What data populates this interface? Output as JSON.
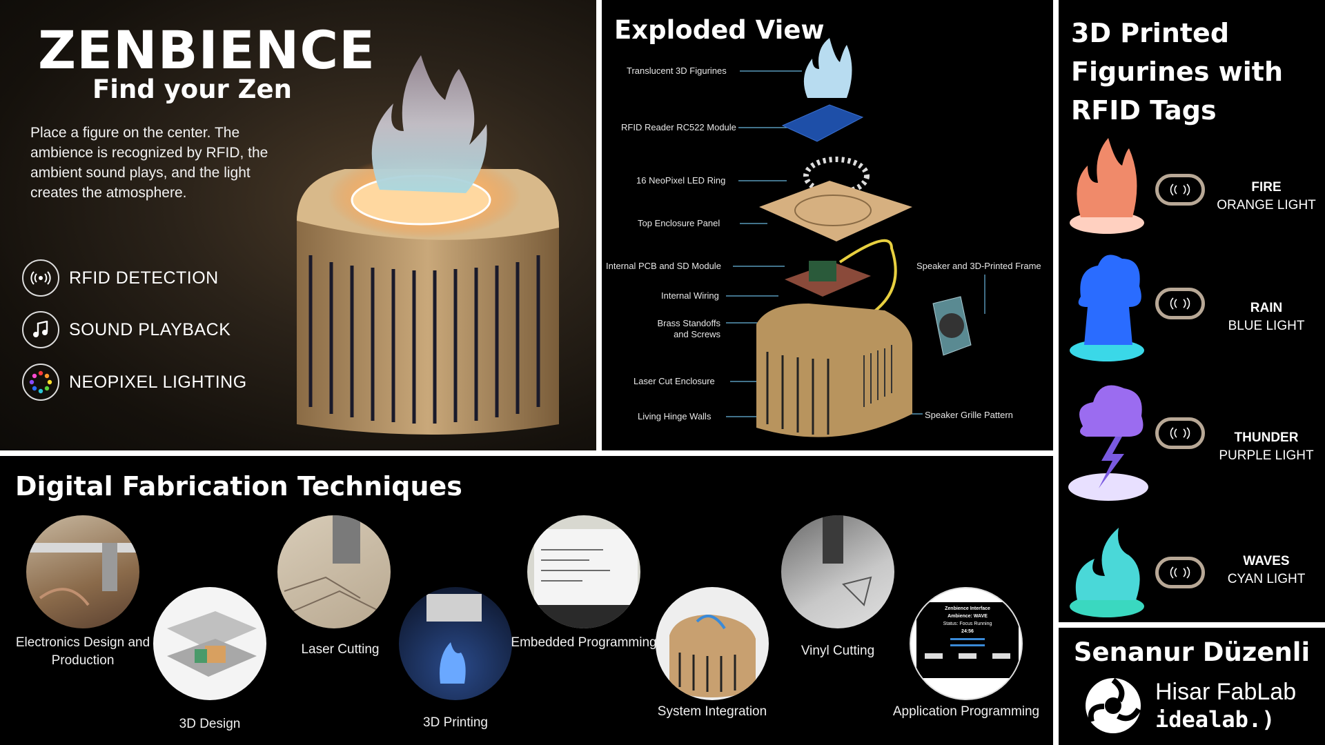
{
  "hero": {
    "title": "ZENBIENCE",
    "subtitle": "Find your Zen",
    "description": "Place a figure on the center. The ambience is recognized by RFID, the ambient sound plays, and the light creates the atmosphere.",
    "features": [
      {
        "icon": "rfid-icon",
        "label": "RFID DETECTION"
      },
      {
        "icon": "music-note-icon",
        "label": "SOUND PLAYBACK"
      },
      {
        "icon": "neopixel-ring-icon",
        "label": "NEOPIXEL LIGHTING"
      }
    ]
  },
  "exploded": {
    "title": "Exploded View",
    "callouts": [
      "Translucent 3D Figurines",
      "RFID Reader RC522 Module",
      "16 NeoPixel LED Ring",
      "Top Enclosure Panel",
      "Internal PCB and SD Module",
      "Internal Wiring",
      "Brass Standoffs and Screws",
      "Laser Cut Enclosure",
      "Living Hinge Walls",
      "Speaker and 3D-Printed Frame",
      "Speaker Grille Pattern"
    ]
  },
  "figurines": {
    "title": "3D Printed Figurines with RFID Tags",
    "items": [
      {
        "name": "FIRE",
        "light": "ORANGE LIGHT",
        "color": "#f08a6a"
      },
      {
        "name": "RAIN",
        "light": "BLUE LIGHT",
        "color": "#2a6cff"
      },
      {
        "name": "THUNDER",
        "light": "PURPLE LIGHT",
        "color": "#9b6cf0"
      },
      {
        "name": "WAVES",
        "light": "CYAN LIGHT",
        "color": "#4ad8d8"
      }
    ]
  },
  "techniques": {
    "title": "Digital Fabrication Techniques",
    "items": [
      "Electronics Design and Production",
      "3D Design",
      "Laser Cutting",
      "3D Printing",
      "Embedded Programming",
      "System Integration",
      "Vinyl Cutting",
      "Application Programming"
    ],
    "app_screen": {
      "header": "Zenbience Interface",
      "ambience": "Ambience: WAVE",
      "status": "Status: Focus Running",
      "timer": "24:56"
    }
  },
  "credit": {
    "author": "Senanur Düzenli",
    "lab": "Hisar FabLab",
    "lab_sub": "idealab.)"
  }
}
